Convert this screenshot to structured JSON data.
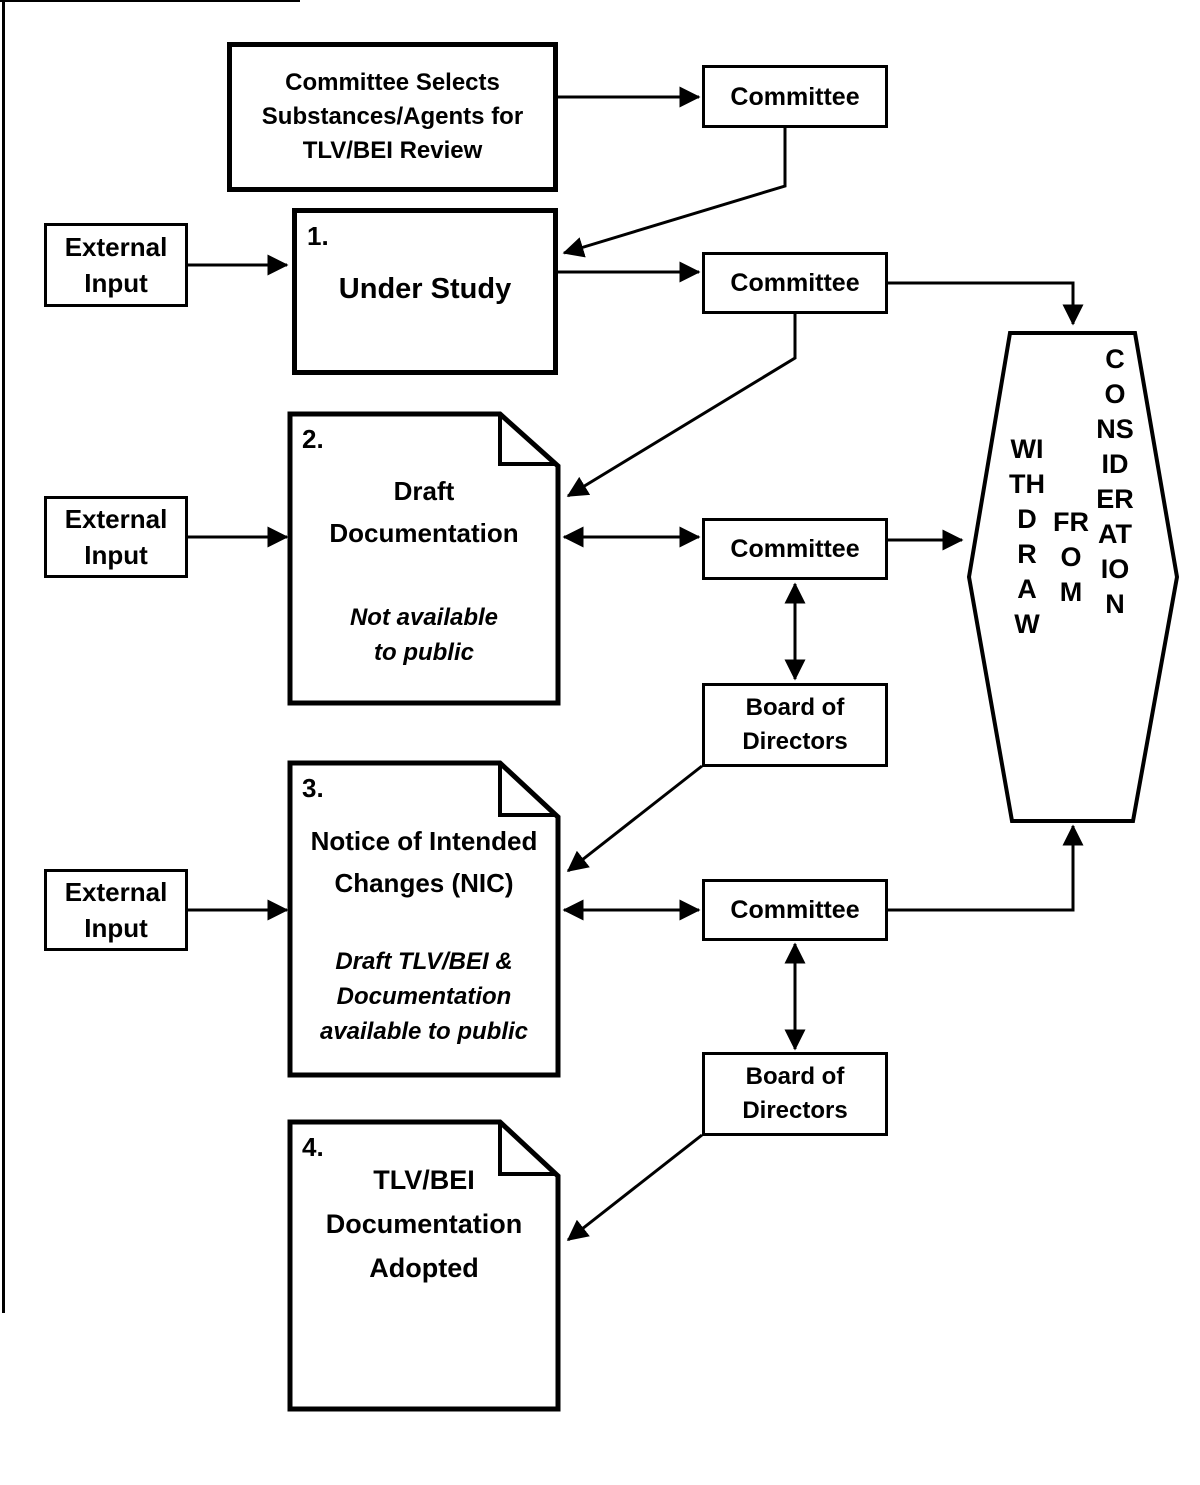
{
  "diagram": {
    "colors": {
      "ink": "#000000",
      "paper": "#ffffff"
    },
    "selects_box": {
      "line1": "Committee Selects",
      "line2": "Substances/Agents for",
      "line3": "TLV/BEI Review"
    },
    "committee_label": "Committee",
    "external_input": {
      "line1": "External",
      "line2": "Input"
    },
    "board": {
      "line1": "Board of",
      "line2": "Directors"
    },
    "step1": {
      "number": "1.",
      "title": "Under Study"
    },
    "step2": {
      "number": "2.",
      "line1": "Draft",
      "line2": "Documentation",
      "note1": "Not available",
      "note2": "to public"
    },
    "step3": {
      "number": "3.",
      "line1": "Notice of Intended",
      "line2": "Changes (NIC)",
      "note1": "Draft TLV/BEI &",
      "note2": "Documentation",
      "note3": "available to public"
    },
    "step4": {
      "number": "4.",
      "line1": "TLV/BEI",
      "line2": "Documentation",
      "line3": "Adopted"
    },
    "withdraw": {
      "word1": "WITHDRAW",
      "word2": "FROM",
      "word3": "CONSIDERATION"
    }
  }
}
